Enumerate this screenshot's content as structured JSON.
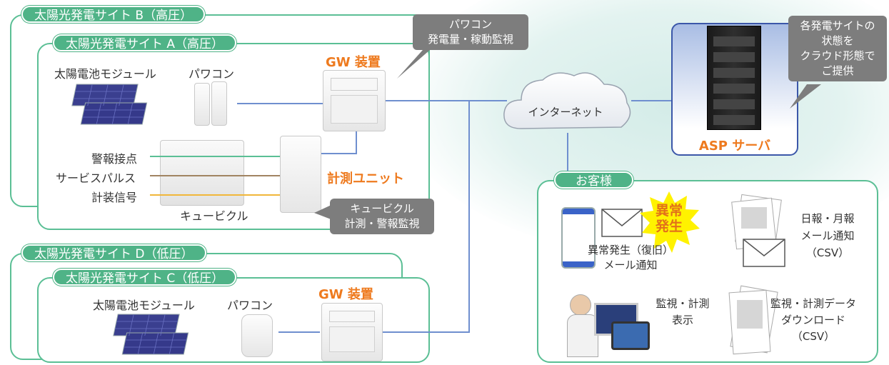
{
  "sites": {
    "b": {
      "label": "太陽光発電サイト B（高圧）"
    },
    "a": {
      "label": "太陽光発電サイト A（高圧）",
      "solar_label": "太陽電池モジュール",
      "pcs_label": "パワコン",
      "gw_label": "GW 装置",
      "unit_label": "計測ユニット",
      "cubicle_label": "キュービクル"
    },
    "d": {
      "label": "太陽光発電サイト D（低圧）"
    },
    "c": {
      "label": "太陽光発電サイト C（低圧）",
      "solar_label": "太陽電池モジュール",
      "pcs_label": "パワコン",
      "gw_label": "GW 装置"
    }
  },
  "signals": {
    "alarm": "警報接点",
    "pulse": "サービスパルス",
    "instrument": "計装信号"
  },
  "bubbles": {
    "pcs_monitor": [
      "パワコン",
      "発電量・稼動監視"
    ],
    "cubicle_monitor": [
      "キュービクル",
      "計測・警報監視"
    ],
    "cloud_service": [
      "各発電サイトの",
      "状態を",
      "クラウド形態で",
      "ご提供"
    ]
  },
  "internet": {
    "label": "インターネット"
  },
  "server": {
    "label": "ASP サーバ"
  },
  "customer": {
    "tab": "お客様",
    "abnormal_badge": [
      "異常",
      "発生"
    ],
    "mail_notice": [
      "異常発生（復旧）",
      "メール通知"
    ],
    "report": [
      "日報・月報",
      "メール通知",
      "（CSV）"
    ],
    "monitor": [
      "監視・計測",
      "表示"
    ],
    "download": [
      "監視・計測データ",
      "ダウンロード",
      "（CSV）"
    ]
  },
  "colors": {
    "green": "#4fb387",
    "orange": "#ee7a1e",
    "line": "#6f8fcf",
    "bubble": "#7d7d7d"
  }
}
